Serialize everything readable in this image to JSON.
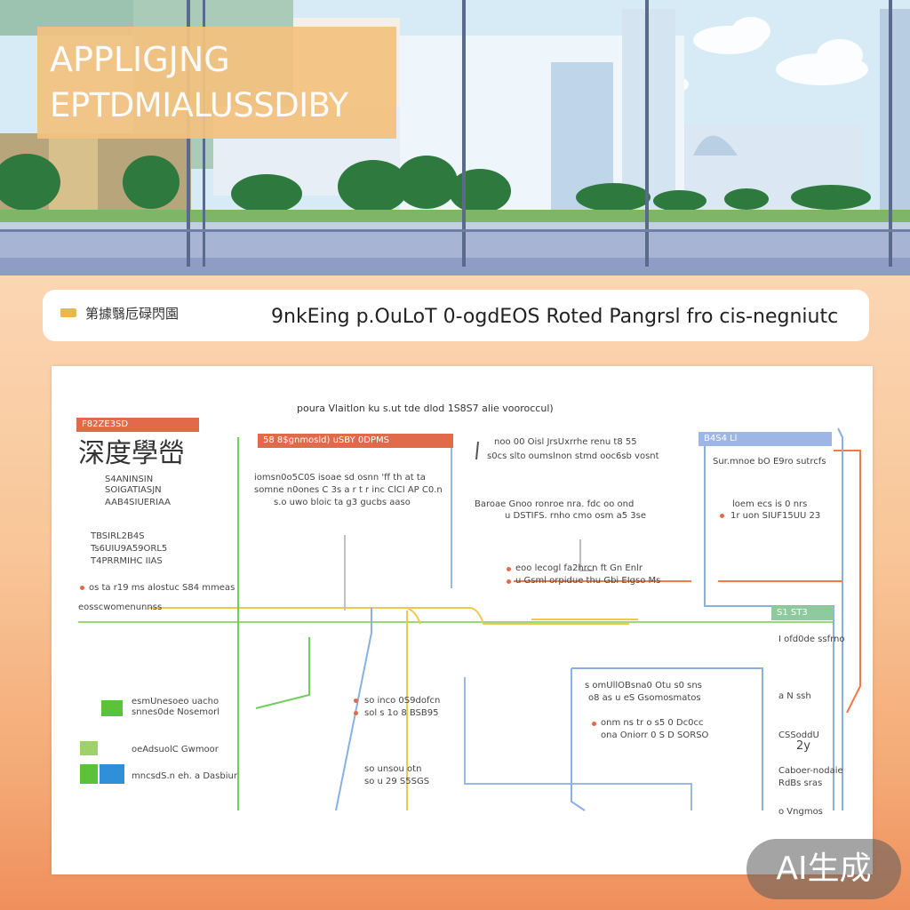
{
  "banner": {
    "line1": "APPLIGJNG",
    "line2": "EPTDMIALUSSDIBY"
  },
  "subtitle": {
    "left": "第據翳卮碌閃園",
    "right": "9nkEing p.OuLoT 0-ogdEOS Rotеd Pangrsl fro cis-negniutc"
  },
  "document": {
    "header": "poura Vlaitlon ku s.ut tde dlod 1S8S7 alie vooroccul)",
    "tags": {
      "t1": "F82ZE3SD",
      "t2": "58 8$gnmosld) uSBY 0DPMS",
      "t3": "B4S4 Ll",
      "t4": "S1 ST3"
    },
    "big_label": "深度學嵤",
    "col1": [
      "S4ANINSIN",
      "SOIGATIASJN",
      "AAB4SIUERIAA",
      "TBSIRL2B4S",
      "Ts6UIU9A59ORL5",
      "T4PRRMIHC IIAS"
    ],
    "col2": [
      "iomsn0o5C0S isoae sd osnn 'ff th at ta",
      "somne n0ones C 3s a r t r inc ClCl AP C0.n",
      "s.o uwo bloic ta g3 gucbs aaso"
    ],
    "col3": [
      "noo 00 Oisl JrsUxrrhe renu t8 55",
      "s0cs slto oumslnon stmd ooc6sb vosnt",
      "Baroae Gnoo ronroe nra. fdc oo ond",
      "u DSTIFS. rnho cmo osm a5 3se"
    ],
    "col3b": [
      "eoo lecogl fa2hrcn ft Gn Enlr ",
      "u Gsml orpidue thu Gbi EIgso Ms"
    ],
    "col4": [
      "Sur.mnoe bO E9ro sutrcfs",
      "loem ecs is 0 nrs ",
      "1r uon SIUF15UU 23"
    ],
    "left_rows": [
      "os ta r19 ms alostuc S84 mmeas",
      "eosscwomenunnss"
    ],
    "legend": [
      "esmUnesoeo uacho",
      "snnes0de Nosemorl",
      "oeAdsuolC Gwmoor",
      "mncsdS.n eh. a Dasbiur"
    ],
    "mid_bottom": [
      "so inco 0S9dofcn",
      "sol s 1o 8 BSB95",
      "so unsou otn",
      "so u 29 S5SGS"
    ],
    "box_bottom": [
      "s omUllOBsna0 Otu s0 sns",
      "o8 as u eS Gsomosmatos",
      "onm ns tr o s5 0 Dc0cc",
      "ona Oniorr 0 S D SORSO"
    ],
    "right_rows": [
      "I ofd0de ssfrno",
      "a N ssh",
      "CSSoddU",
      "2y",
      "Caboer-nodaie",
      "RdBs sras",
      "o Vngmos"
    ]
  },
  "ai_badge": "AI生成",
  "colors": {
    "title_bg": "#f3c27f",
    "tag_red": "#e06a4a",
    "tag_blue": "#9db6e6",
    "tag_green": "#8fc9a0",
    "line_yellow": "#f0c850",
    "line_green": "#6fcf5a",
    "line_blue": "#8ab0e0",
    "line_orange": "#ef7b4a"
  }
}
